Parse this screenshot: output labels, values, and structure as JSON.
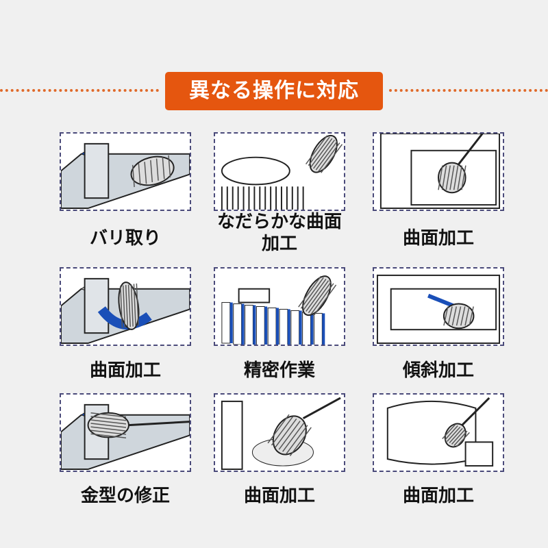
{
  "header": {
    "title": "異なる操作に対応"
  },
  "colors": {
    "accent": "#e5560f",
    "blue": "#1a4fb8"
  },
  "items": [
    {
      "label": "バリ取り"
    },
    {
      "label": "なだらかな曲面加工"
    },
    {
      "label": "曲面加工"
    },
    {
      "label": "曲面加工"
    },
    {
      "label": "精密作業"
    },
    {
      "label": "傾斜加工"
    },
    {
      "label": "金型の修正"
    },
    {
      "label": "曲面加工"
    },
    {
      "label": "曲面加工"
    }
  ]
}
